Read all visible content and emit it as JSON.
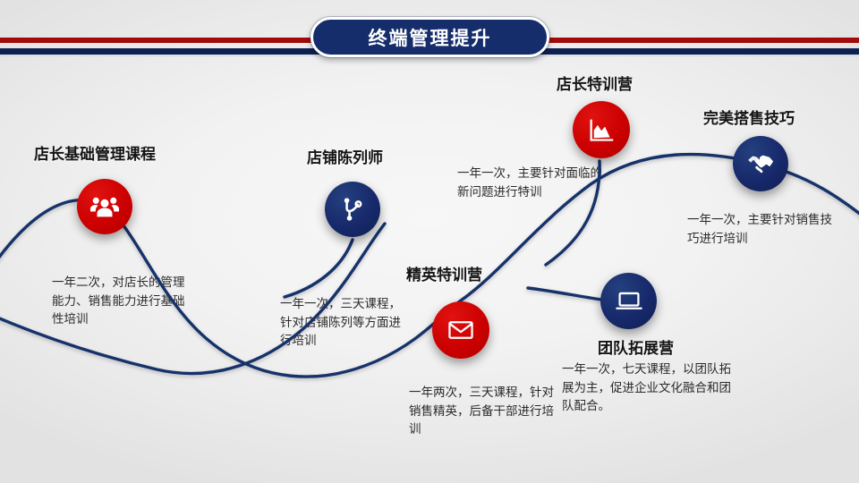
{
  "header": {
    "title": "终端管理提升",
    "rule_red_color": "#A30B0B",
    "rule_navy_color": "#0E2050",
    "pill_color": "#162D6B"
  },
  "theme": {
    "red": "#CC0000",
    "navy": "#17296B",
    "background": "#EFEFEF",
    "curve_color": "#14306B"
  },
  "nodes": [
    {
      "id": "node-1",
      "title": "店长基础管理课程",
      "desc": "一年二次，对店长的管理能力、销售能力进行基础性培训",
      "icon": "people-group-icon",
      "color": "red",
      "label_position": "above"
    },
    {
      "id": "node-2",
      "title": "店铺陈列师",
      "desc": "一年一次，三天课程，针对店铺陈列等方面进行培训",
      "icon": "git-branch-icon",
      "color": "navy",
      "label_position": "above"
    },
    {
      "id": "node-3",
      "title": "店长特训营",
      "desc": "一年一次，主要针对面临的新问题进行特训",
      "icon": "area-chart-icon",
      "color": "red",
      "label_position": "above"
    },
    {
      "id": "node-4",
      "title": "完美搭售技巧",
      "desc": "一年一次，主要针对销售技巧进行培训",
      "icon": "handshake-icon",
      "color": "navy",
      "label_position": "above"
    },
    {
      "id": "node-5",
      "title": "精英特训营",
      "desc": "一年两次，三天课程，针对销售精英，后备干部进行培训",
      "icon": "envelope-icon",
      "color": "red",
      "label_position": "above"
    },
    {
      "id": "node-6",
      "title": "团队拓展营",
      "desc": "一年一次，七天课程，以团队拓展为主，促进企业文化融合和团队配合。",
      "icon": "laptop-icon",
      "color": "navy",
      "label_position": "below"
    }
  ]
}
